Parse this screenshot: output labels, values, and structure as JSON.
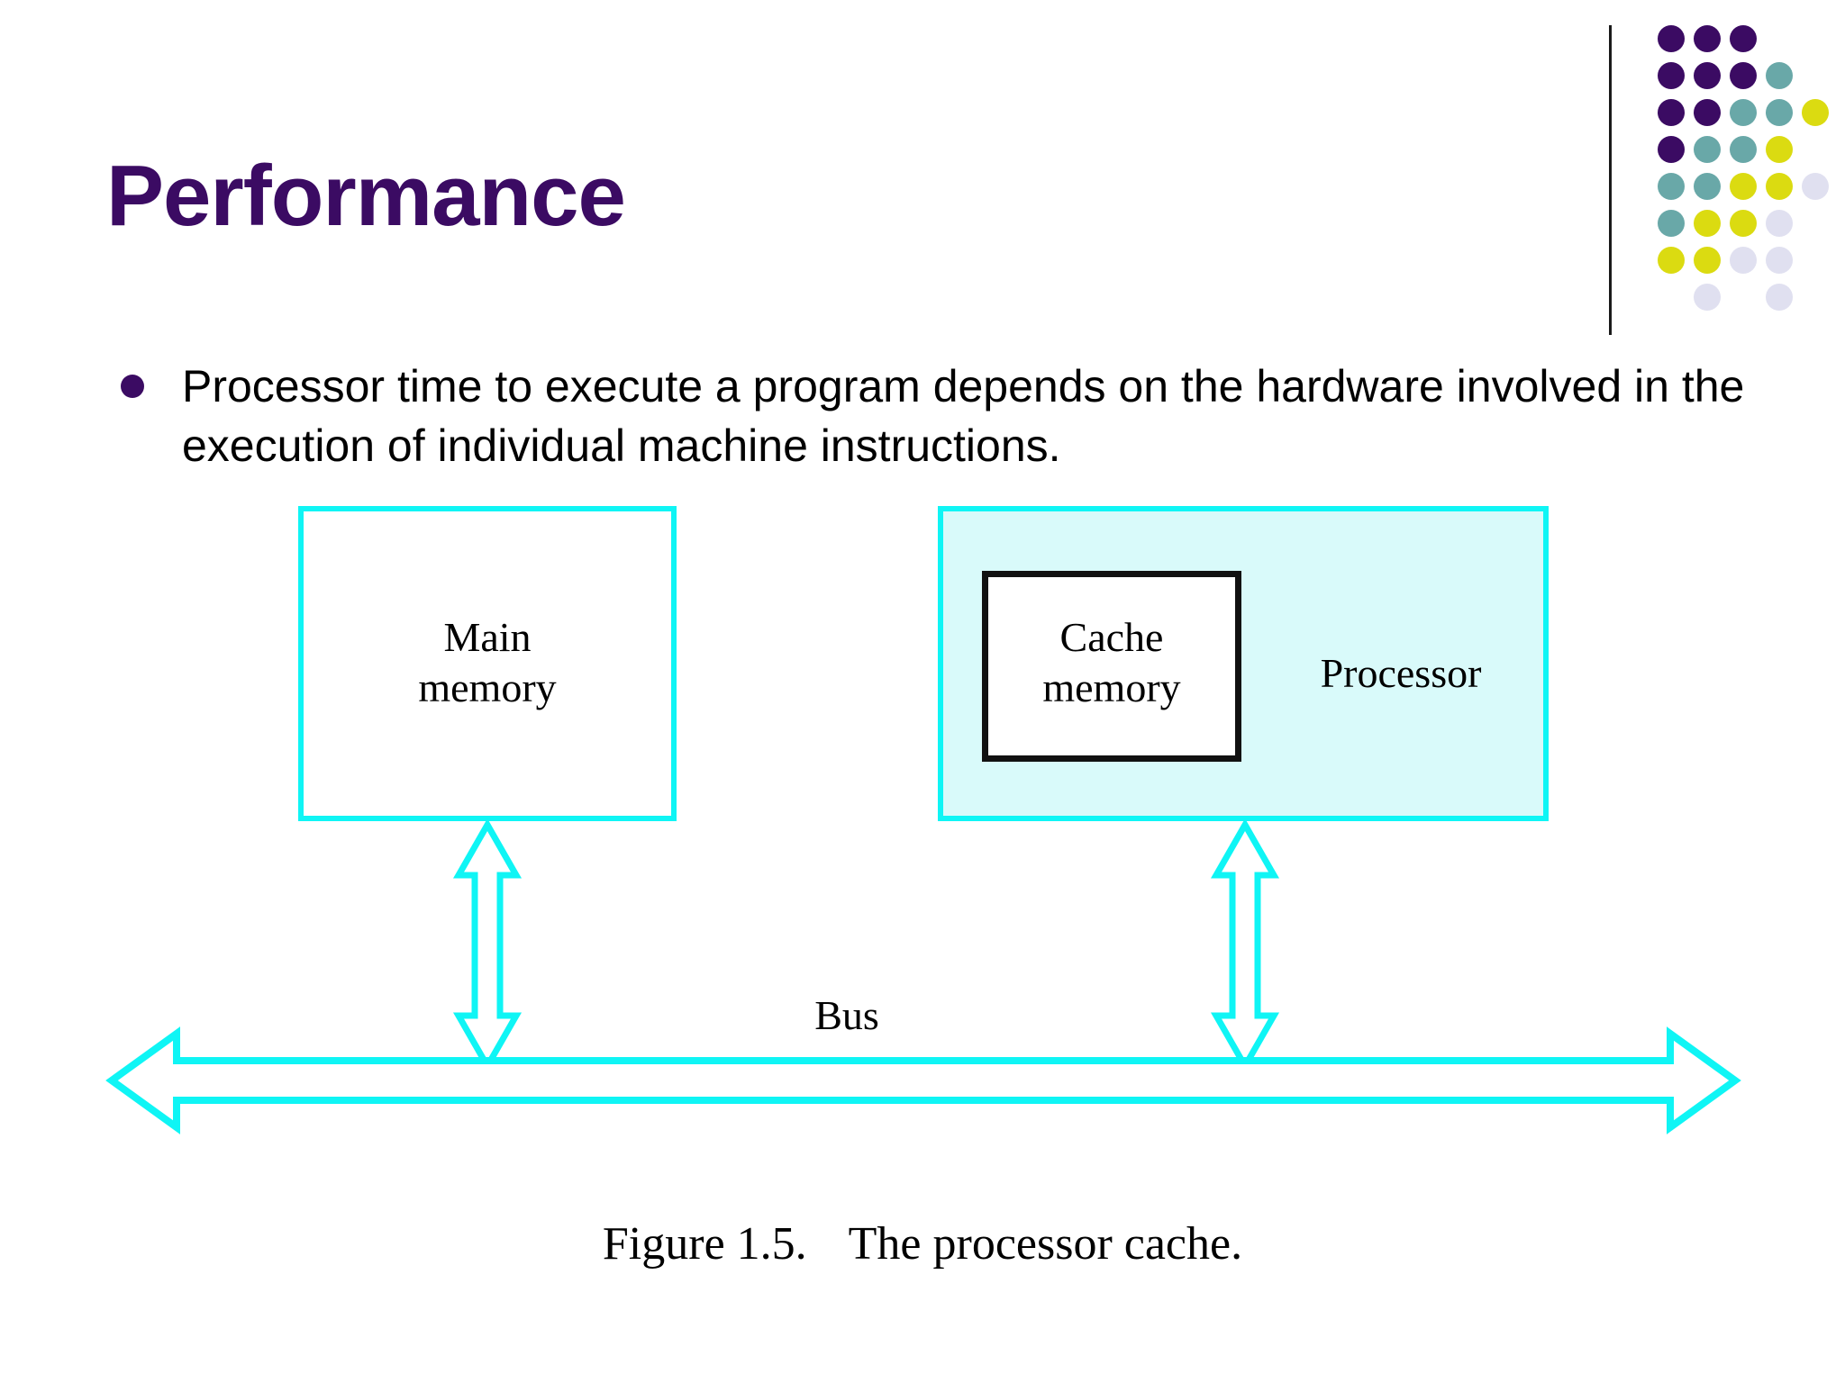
{
  "slide": {
    "title": "Performance",
    "title_color": "#3B0B63",
    "background": "#ffffff"
  },
  "logo": {
    "name": "dot-grid-logo",
    "divider": true,
    "colors": {
      "purple": "#3B0B63",
      "teal": "#69A8A8",
      "yellow": "#DBDB11",
      "lavender": "#E0E0F0"
    },
    "grid": [
      [
        "purple",
        "purple",
        "purple",
        null,
        null
      ],
      [
        "purple",
        "purple",
        "purple",
        "teal",
        null
      ],
      [
        "purple",
        "purple",
        "teal",
        "teal",
        "yellow"
      ],
      [
        "purple",
        "teal",
        "teal",
        "yellow",
        null
      ],
      [
        "teal",
        "teal",
        "yellow",
        "yellow",
        "lavender"
      ],
      [
        "teal",
        "yellow",
        "yellow",
        "lavender",
        null
      ],
      [
        "yellow",
        "yellow",
        "lavender",
        "lavender",
        null
      ],
      [
        null,
        "lavender",
        null,
        "lavender",
        null
      ]
    ]
  },
  "body": {
    "bullet_color": "#3B0B63",
    "bullet_text": "Processor time to execute a program depends on the hardware involved in the execution of individual machine instructions."
  },
  "figure": {
    "accent_color": "#0FF5F5",
    "processor_fill": "#D9FAFA",
    "boxes": {
      "main_memory": "Main\nmemory",
      "cache_memory": "Cache\nmemory",
      "processor": "Processor"
    },
    "bus_label": "Bus",
    "caption_number": "Figure 1.5.",
    "caption_text": "The processor cache."
  }
}
